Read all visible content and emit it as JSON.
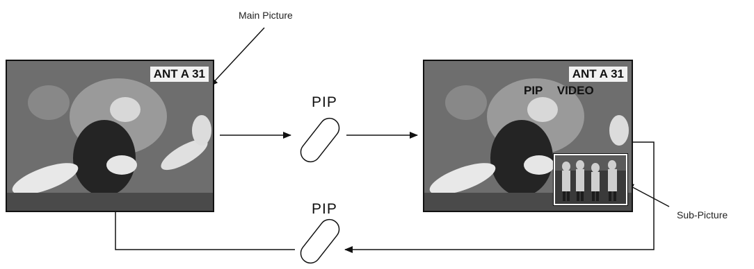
{
  "labels": {
    "main_picture": "Main Picture",
    "sub_picture": "Sub-Picture",
    "pip_top": "PIP",
    "pip_bottom": "PIP"
  },
  "screens": {
    "left": {
      "channel": "ANT A 31"
    },
    "right": {
      "channel": "ANT A 31",
      "pip_text": "PIP",
      "pip_source": "VIDEO"
    }
  },
  "colors": {
    "line": "#111111",
    "screen_bg": "#6c6c6c",
    "osd_bg": "#f2f2f2"
  }
}
